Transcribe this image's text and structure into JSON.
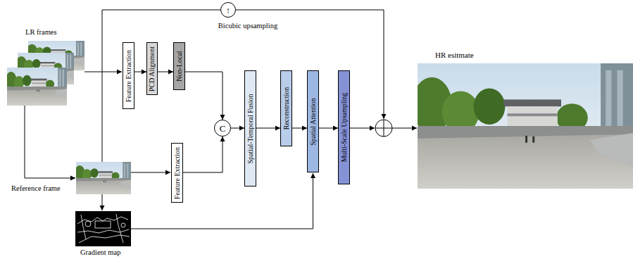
{
  "diagram": {
    "nodes": [
      {
        "text": [
          "↑"
        ]
      },
      {
        "text": [
          "Feature Extraction"
        ]
      },
      {
        "text": [
          "PCD Alignment"
        ]
      },
      {
        "text": [
          "Non-Local"
        ]
      },
      {
        "text": [
          "C"
        ]
      },
      {
        "text": [
          "Feature Extraction"
        ]
      },
      {
        "text": [
          "Spatial-Temporal Fusion"
        ]
      },
      {
        "text": [
          "Reconstruction"
        ]
      },
      {
        "text": [
          "Spatial Attention"
        ]
      },
      {
        "text": [
          "Multi-Scale Upsampling"
        ]
      }
    ],
    "edges": [
      {
        "from": 1,
        "to": 2,
        "arrow": "to"
      },
      {
        "from": 2,
        "to": 3,
        "arrow": "to"
      },
      {
        "from": 3,
        "to": 4,
        "arrow": "to"
      },
      {
        "from": 5,
        "to": 4,
        "arrow": "to"
      },
      {
        "from": 4,
        "to": 6,
        "arrow": "to"
      },
      {
        "from": 6,
        "to": 7,
        "arrow": "to"
      },
      {
        "from": 7,
        "to": 8,
        "arrow": "to"
      },
      {
        "from": 8,
        "to": 9,
        "arrow": "to"
      }
    ],
    "labels": [
      "Bicubic upsampling",
      "LR frames",
      "Reference frame",
      "Gradient map",
      "HR esitmate"
    ]
  }
}
